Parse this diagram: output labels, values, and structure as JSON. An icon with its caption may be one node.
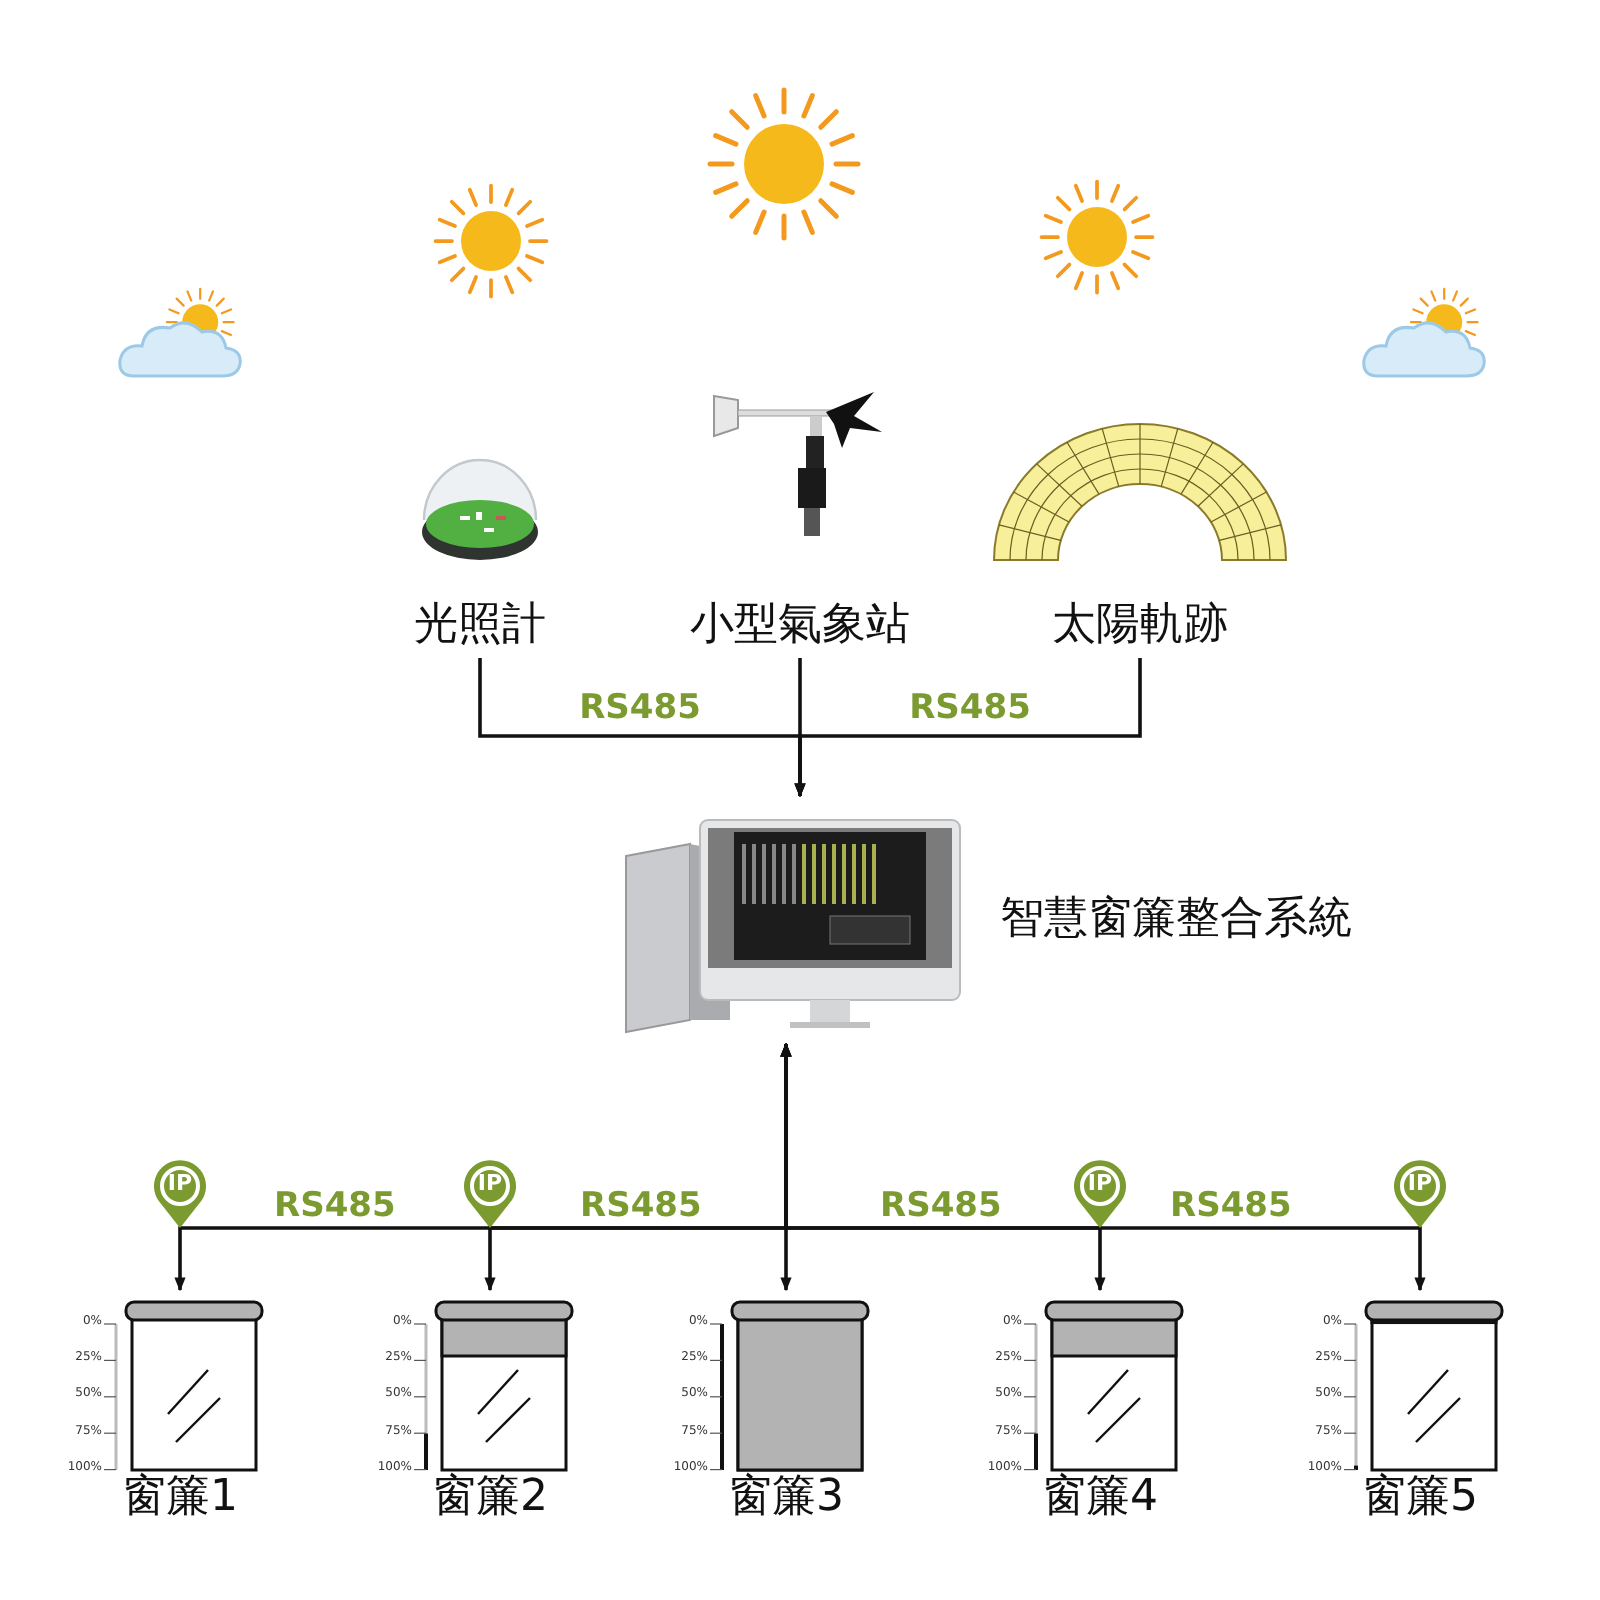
{
  "diagram": {
    "nodes": [
      {
        "text": [
          "光照計"
        ]
      },
      {
        "text": [
          "小型氣象站"
        ]
      },
      {
        "text": [
          "太陽軌跡"
        ]
      },
      {
        "text": [
          "智慧窗簾整合系統"
        ]
      },
      {
        "text": [
          "窗簾1"
        ]
      },
      {
        "text": [
          "窗簾2"
        ]
      },
      {
        "text": [
          "窗簾3"
        ]
      },
      {
        "text": [
          "窗簾4"
        ]
      },
      {
        "text": [
          "窗簾5"
        ]
      }
    ],
    "edges": [
      {
        "from": 0,
        "to": 3,
        "arrow": "to",
        "label": "RS485"
      },
      {
        "from": 1,
        "to": 3,
        "arrow": "to"
      },
      {
        "from": 2,
        "to": 3,
        "arrow": "to",
        "label": "RS485"
      },
      {
        "from": 3,
        "to": 4,
        "arrow": "both"
      },
      {
        "from": 3,
        "to": 5,
        "arrow": "both"
      },
      {
        "from": 3,
        "to": 6,
        "arrow": "both"
      },
      {
        "from": 3,
        "to": 7,
        "arrow": "both"
      },
      {
        "from": 3,
        "to": 8,
        "arrow": "both"
      }
    ],
    "labels": [
      "IP",
      "RS485",
      "IP",
      "RS485",
      "RS485",
      "IP",
      "RS485",
      "IP",
      "0%",
      "25%",
      "50%",
      "75%",
      "100%",
      "0%",
      "25%",
      "50%",
      "75%",
      "100%",
      "0%",
      "25%",
      "50%",
      "75%",
      "100%",
      "0%",
      "25%",
      "50%",
      "75%",
      "100%",
      "0%",
      "25%",
      "50%",
      "75%",
      "100%"
    ]
  }
}
